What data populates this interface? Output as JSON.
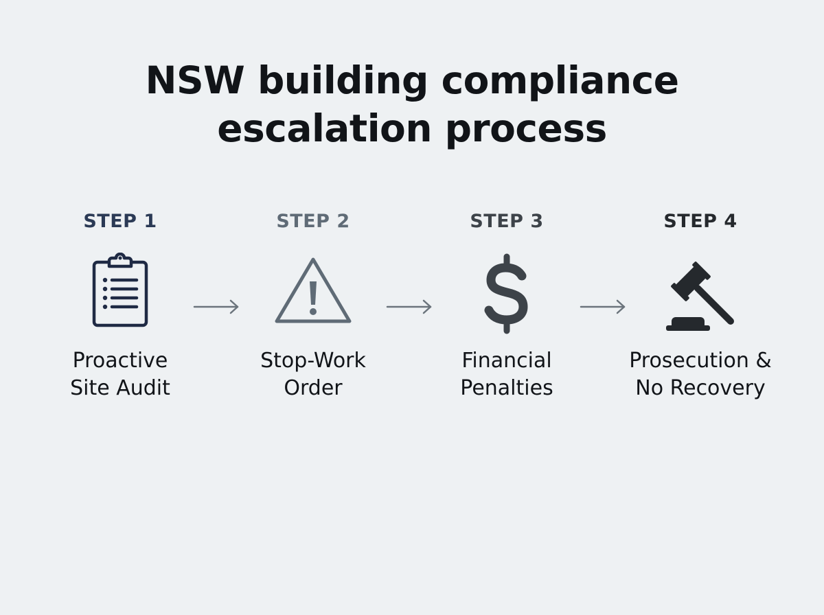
{
  "title": {
    "line1": "NSW building compliance",
    "line2": "escalation process"
  },
  "steps": [
    {
      "label": "STEP 1",
      "name_line1": "Proactive",
      "name_line2": "Site Audit",
      "icon": "clipboard-icon",
      "label_color": "#2b3a55"
    },
    {
      "label": "STEP 2",
      "name_line1": "Stop-Work",
      "name_line2": "Order",
      "icon": "warning-triangle-icon",
      "label_color": "#5f6b76"
    },
    {
      "label": "STEP 3",
      "name_line1": "Financial",
      "name_line2": "Penalties",
      "icon": "dollar-sign-icon",
      "label_color": "#3d4349"
    },
    {
      "label": "STEP 4",
      "name_line1": "Prosecution &",
      "name_line2": "No Recovery",
      "icon": "gavel-icon",
      "label_color": "#25292d"
    }
  ],
  "colors": {
    "background": "#eef1f3",
    "title": "#111418",
    "arrow": "#6b747c"
  }
}
